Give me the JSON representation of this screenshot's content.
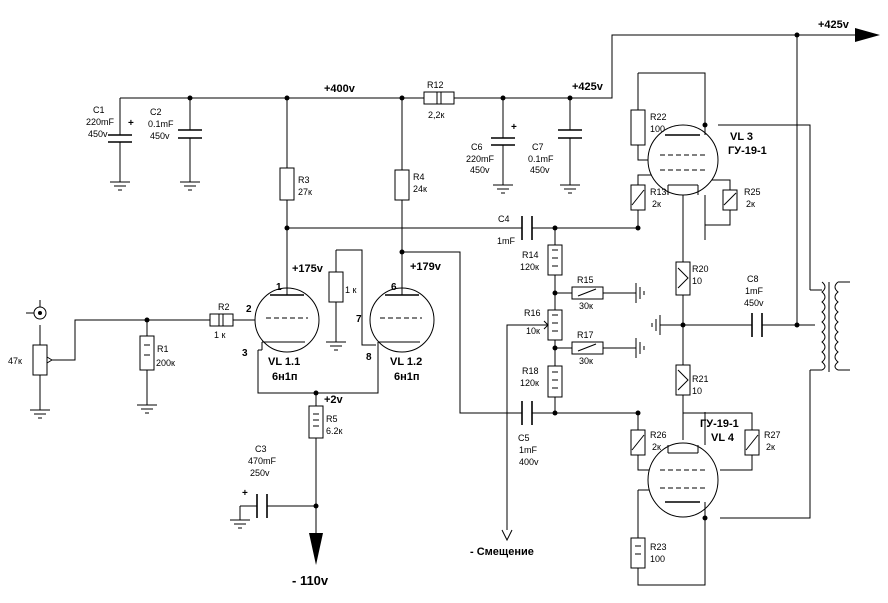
{
  "labels": {
    "v400": "+400v",
    "v425_top": "+425v",
    "v425_mid": "+425v",
    "v175": "+175v",
    "v179": "+179v",
    "v2": "+2v",
    "v110": "- 110v",
    "bias": "- Смещение",
    "pin1": "1",
    "pin2": "2",
    "pin3": "3",
    "pin6": "6",
    "pin7": "7",
    "pin8": "8"
  },
  "components": {
    "c1": {
      "name": "C1",
      "v1": "220mF",
      "v2": "450v",
      "plus": "+"
    },
    "c2": {
      "name": "C2",
      "v1": "0.1mF",
      "v2": "450v"
    },
    "r12": {
      "name": "R12",
      "v1": "2,2к"
    },
    "c6": {
      "name": "C6",
      "v1": "220mF",
      "v2": "450v",
      "plus": "+"
    },
    "c7": {
      "name": "C7",
      "v1": "0.1mF",
      "v2": "450v"
    },
    "r3": {
      "name": "R3",
      "v1": "27к"
    },
    "r4": {
      "name": "R4",
      "v1": "24к"
    },
    "r22": {
      "name": "R22",
      "v1": "100"
    },
    "r13": {
      "name": "R13",
      "v1": "2к"
    },
    "r25": {
      "name": "R25",
      "v1": "2к"
    },
    "c4": {
      "name": "C4",
      "v1": "1mF"
    },
    "r14": {
      "name": "R14",
      "v1": "120к"
    },
    "r15": {
      "name": "R15",
      "v1": "30к"
    },
    "r16": {
      "name": "R16",
      "v1": "10к"
    },
    "r17": {
      "name": "R17",
      "v1": "30к"
    },
    "r18": {
      "name": "R18",
      "v1": "120к"
    },
    "r20": {
      "name": "R20",
      "v1": "10"
    },
    "r21": {
      "name": "R21",
      "v1": "10"
    },
    "c8": {
      "name": "C8",
      "v1": "1mF",
      "v2": "450v"
    },
    "r2": {
      "name": "R2",
      "v1": "1 к"
    },
    "r1": {
      "name": "R1",
      "v1": "200к"
    },
    "pot": {
      "v1": "47к"
    },
    "rk": {
      "v1": "1 к"
    },
    "r5": {
      "name": "R5",
      "v1": "6.2к"
    },
    "c3": {
      "name": "C3",
      "v1": "470mF",
      "v2": "250v",
      "plus": "+"
    },
    "c5": {
      "name": "C5",
      "v1": "1mF",
      "v2": "400v"
    },
    "r26": {
      "name": "R26",
      "v1": "2к"
    },
    "r27": {
      "name": "R27",
      "v1": "2к"
    },
    "r23": {
      "name": "R23",
      "v1": "100"
    }
  },
  "tubes": {
    "vl11": {
      "name": "VL 1.1",
      "type": "6н1п"
    },
    "vl12": {
      "name": "VL 1.2",
      "type": "6н1п"
    },
    "vl3": {
      "name": "VL 3",
      "type": "ГУ-19-1"
    },
    "vl4": {
      "name": "VL 4",
      "type": "ГУ-19-1"
    }
  }
}
